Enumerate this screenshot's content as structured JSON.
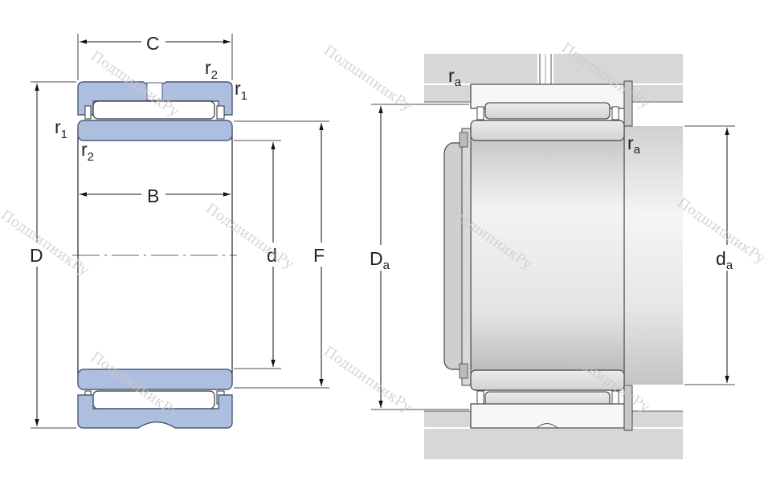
{
  "labels": {
    "C": "C",
    "B": "B",
    "D": "D",
    "d": "d",
    "F": "F",
    "r": "r",
    "sub_1": "1",
    "sub_2": "2",
    "Da_main": "D",
    "da_main": "d",
    "sub_a": "a"
  },
  "watermark": "ПодшипникРу",
  "colors": {
    "ring_fill": "#aebedf",
    "ring_stroke": "#4a5a7a",
    "housing": "#d7d7d7",
    "shaft_light": "#f2f2f2",
    "shaft_dark": "#c8c8c8"
  }
}
